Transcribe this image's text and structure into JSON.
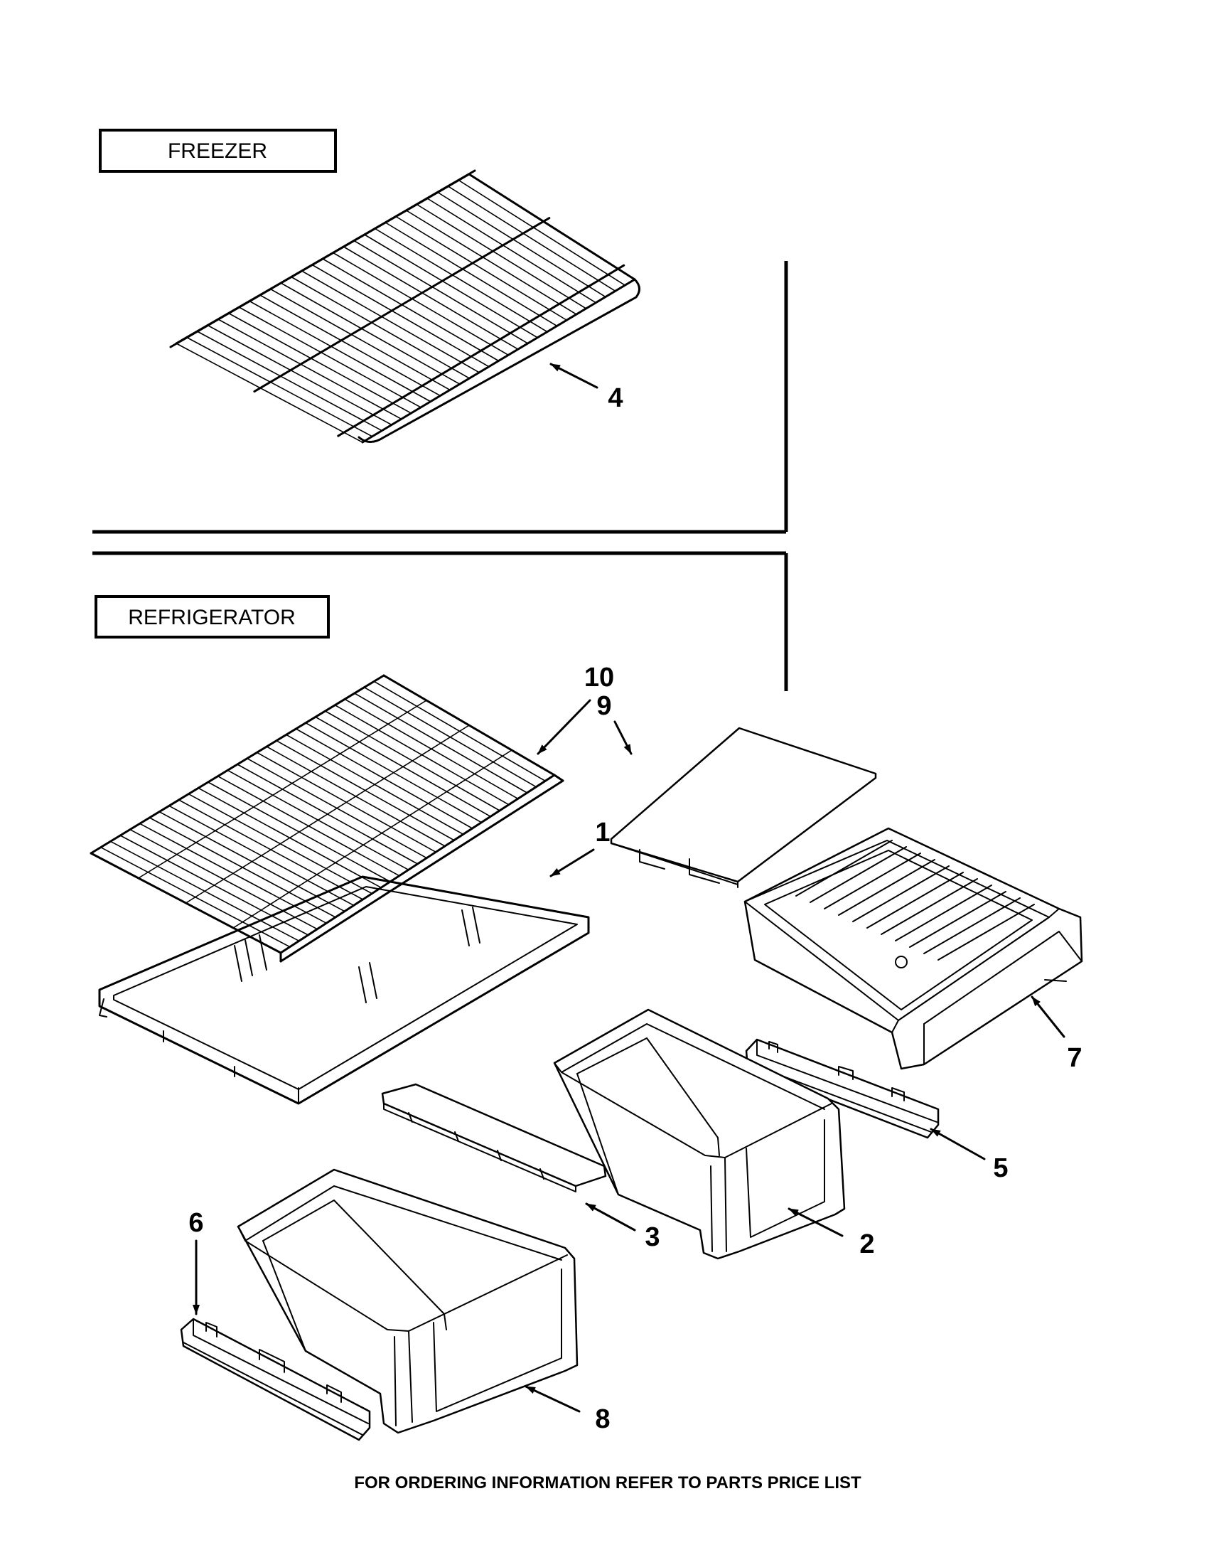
{
  "sections": {
    "freezer": "FREEZER",
    "refrigerator": "REFRIGERATOR"
  },
  "callouts": {
    "p1": "1",
    "p2": "2",
    "p3": "3",
    "p4": "4",
    "p5": "5",
    "p6": "6",
    "p7": "7",
    "p8": "8",
    "p9": "9",
    "p10": "10"
  },
  "footer": {
    "note": "FOR ORDERING INFORMATION REFER TO PARTS PRICE LIST"
  }
}
